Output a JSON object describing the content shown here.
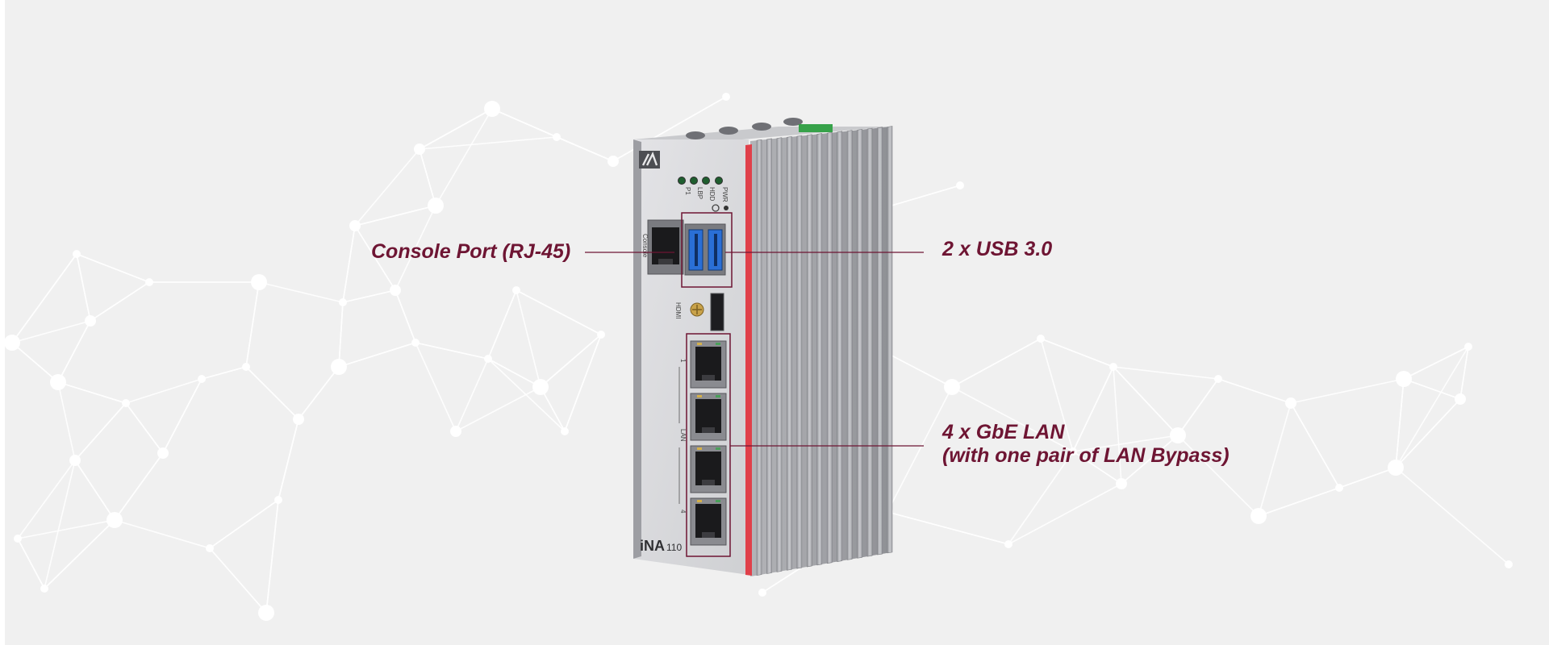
{
  "callouts": {
    "console": "Console Port (RJ-45)",
    "usb": "2 x USB 3.0",
    "lan_line1": "4 x GbE LAN",
    "lan_line2": "(with one pair of LAN Bypass)"
  },
  "device": {
    "model_prefix": "iNA",
    "model_number": "110",
    "leds": [
      "P1",
      "LBP",
      "HDD",
      "PWR"
    ],
    "console_label": "Console",
    "hdmi_label": "HDMI",
    "lan_label": "LAN",
    "lan_port_first": "1",
    "lan_port_last": "4"
  },
  "colors": {
    "background": "#f0f0f0",
    "accent": "#6e1533",
    "chassis": "#d9d9dc",
    "usb_blue": "#2a6fd6",
    "stripe_red": "#e0404a"
  }
}
